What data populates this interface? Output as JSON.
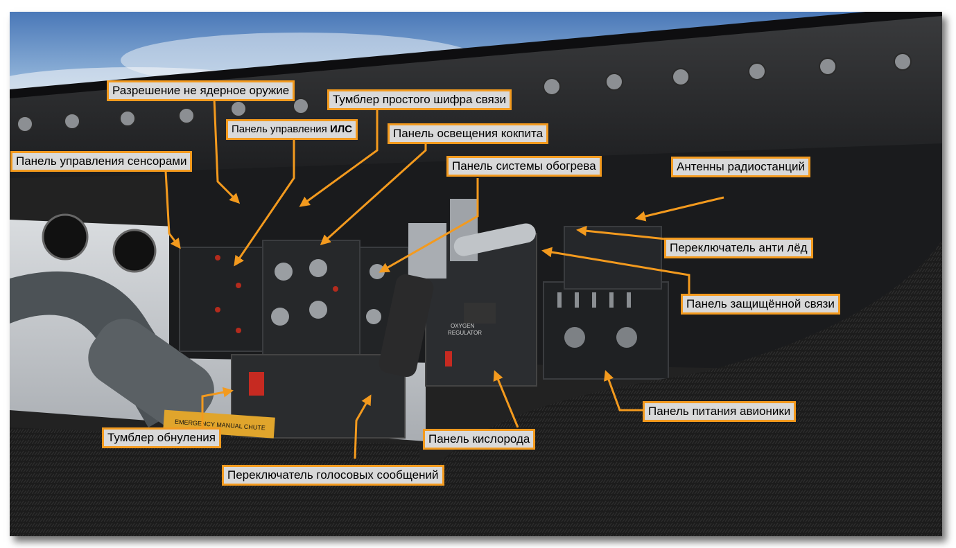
{
  "callouts": {
    "nonnuclear": "Разрешение не ядерное оружие",
    "crypto": "Тумблер простого шифра связи",
    "hud_prefix": "Панель управления ",
    "hud_bold": "ИЛС",
    "lighting": "Панель освещения кокпита",
    "sensors": "Панель управления сенсорами",
    "heating": "Панель системы обогрева",
    "antennas": "Антенны радиостанций",
    "antiice": "Переключатель анти лёд",
    "securecomm": "Панель защищённой связи",
    "avionics": "Панель питания авионики",
    "zeroize": "Тумблер обнуления",
    "oxygen": "Панель кислорода",
    "voice": "Переключатель голосовых сообщений"
  },
  "placards": {
    "emergency_chute": "EMERGENCY MANUAL CHUTE",
    "oxygen_regulator": "OXYGEN\nREGULATOR"
  },
  "colors": {
    "callout_border": "#f39a1e",
    "callout_bg": "#d9d9d9",
    "arrow": "#f39a1e"
  }
}
